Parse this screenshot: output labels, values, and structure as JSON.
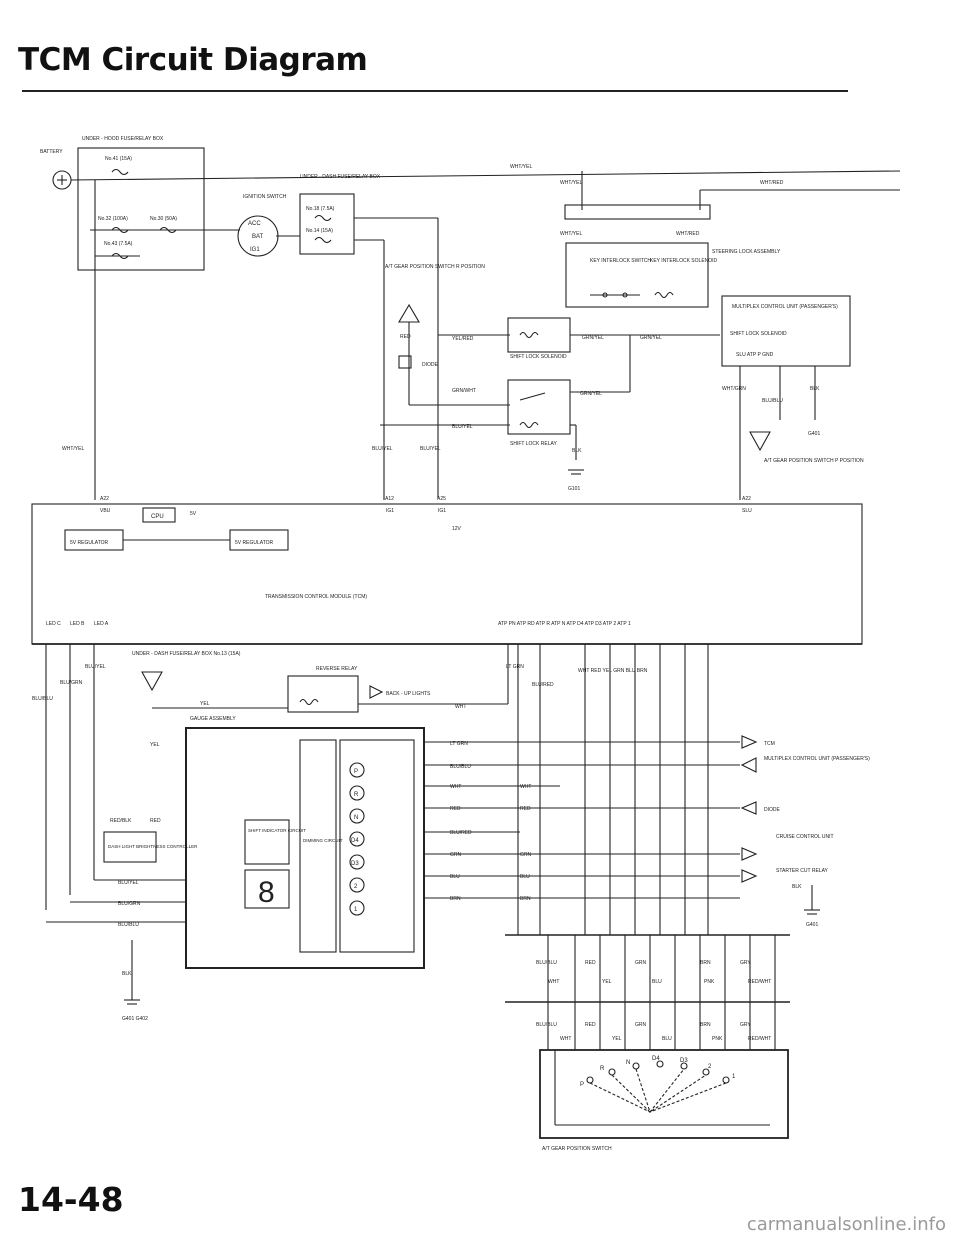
{
  "page": {
    "title": "TCM Circuit Diagram",
    "page_number": "14-48",
    "watermark": "carmanualsonline.info"
  },
  "labels": {
    "battery": "BATTERY",
    "under_hood_box": "UNDER - HOOD FUSE/RELAY BOX",
    "fuse_41": "No.41 (15A)",
    "fuse_32": "No.32 (100A)",
    "fuse_30": "No.30 (50A)",
    "fuse_43": "No.43 (7.5A)",
    "ignition_switch": "IGNITION SWITCH",
    "ign_acc": "ACC",
    "ign_bat": "BAT",
    "ign_ig1": "IG1",
    "under_dash_box": "UNDER - DASH FUSE/RELAY BOX",
    "fuse_18": "No.18 (7.5A)",
    "fuse_14": "No.14 (15A)",
    "wht_yel": "WHT/YEL",
    "wht_red": "WHT/RED",
    "steering_lock": "STEERING LOCK ASSEMBLY",
    "key_interlock_switch": "KEY INTERLOCK SWITCH",
    "key_interlock_solenoid": "KEY INTERLOCK SOLENOID",
    "at_gear_p_switch": "A/T GEAR POSITION SWITCH R POSITION",
    "red": "RED",
    "diode": "DIODE",
    "yel_red": "YEL/RED",
    "shift_lock_solenoid": "SHIFT LOCK SOLENOID",
    "grn_yel": "GRN/YEL",
    "grn_wht": "GRN/WHT",
    "blu_yel": "BLU/YEL",
    "shift_lock_relay": "SHIFT LOCK RELAY",
    "blk": "BLK",
    "g101": "G101",
    "multiplex_passenger": "MULTIPLEX CONTROL UNIT (PASSENGER'S)",
    "shift_lock_solenoid_box": "SHIFT LOCK SOLENOID",
    "mux_pins": "SLU   ATP P   GND",
    "wht_grn": "WHT/GRN",
    "blu_blu": "BLU/BLU",
    "g401": "G401",
    "at_gear_p_pos": "A/T GEAR POSITION SWITCH P POSITION",
    "tcm": "TRANSMISSION CONTROL MODULE (TCM)",
    "vbu": "VBU",
    "ig1": "IG1",
    "slu": "SLU",
    "cpu": "CPU",
    "five_v": "5V",
    "five_v_reg": "5V REGULATOR",
    "five_v_reg2": "5V REGULATOR",
    "twelve_v": "12V",
    "a22": "A22",
    "a12": "A12",
    "a25": "A25",
    "a22b": "A22",
    "led_c": "LED C",
    "led_b": "LED B",
    "led_a": "LED A",
    "atp_pins": "ATP PN   ATP RD   ATP R   ATP N   ATP D4   ATP D3   ATP 2   ATP 1",
    "under_dash_box2": "UNDER - DASH FUSE/RELAY BOX No.13 (15A)",
    "reverse_relay": "REVERSE RELAY",
    "backup_lights": "BACK - UP LIGHTS",
    "gauge_assembly": "GAUGE ASSEMBLY",
    "yel": "YEL",
    "wht": "WHT",
    "lt_grn": "LT GRN",
    "blu_red": "BLU/RED",
    "red_blk": "RED/BLK",
    "dash_lights": "DASH LIGHT BRIGHTNESS CONTROLLER",
    "shift_indicator": "SHIFT INDICATOR CIRCUIT",
    "dimming_circuit": "DIMMING CIRCUIT",
    "blu_grn": "BLU/GRN",
    "grn": "GRN",
    "blu": "BLU",
    "brn": "BRN",
    "tcm_out": "TCM",
    "multiplex_driver": "MULTIPLEX CONTROL UNIT (PASSENGER'S)",
    "diode2": "DIODE",
    "cruise_control": "CRUISE CONTROL UNIT",
    "starter_cut": "STARTER CUT RELAY",
    "g401b": "G401",
    "g401c": "G401 G402",
    "pnk": "PNK",
    "gry": "GRY",
    "red_wht": "RED/WHT",
    "at_gear_switch": "A/T GEAR POSITION SWITCH",
    "gear_letters": [
      "P",
      "R",
      "N",
      "D4",
      "D3",
      "2",
      "1"
    ],
    "indicator_letters": [
      "P",
      "R",
      "N",
      "D4",
      "D3",
      "2",
      "1"
    ],
    "digit": "8"
  }
}
